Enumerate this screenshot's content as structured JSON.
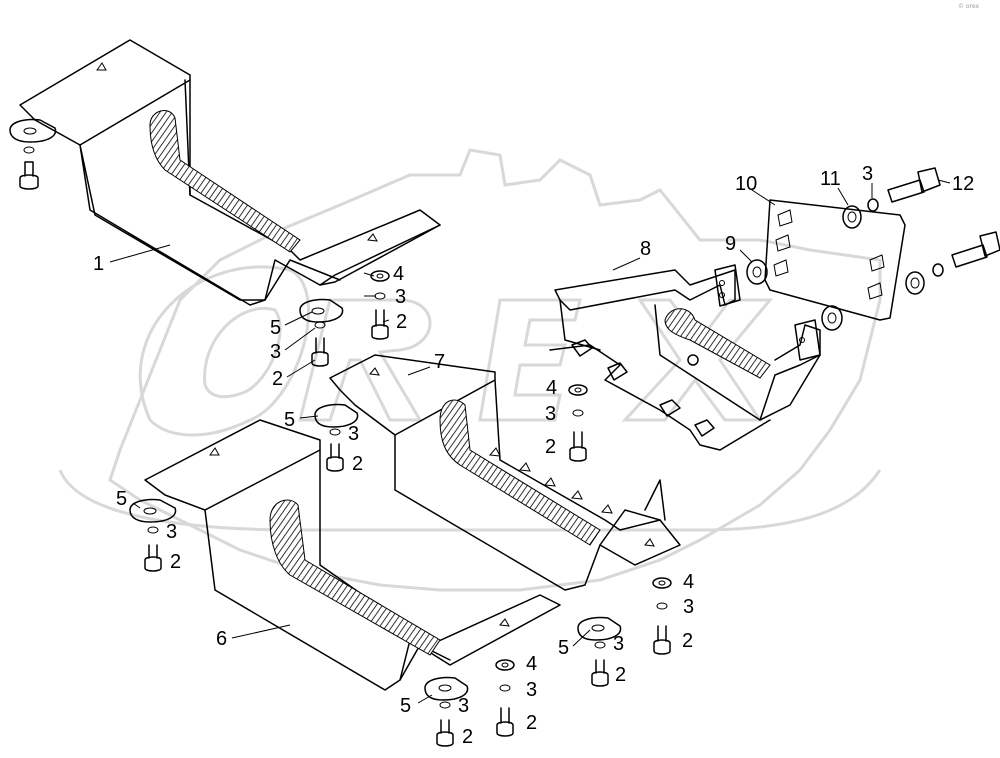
{
  "watermark": {
    "text": "OREX",
    "color": "#d8d8d8"
  },
  "corner_mark": "© orex",
  "callouts": [
    {
      "id": "c01",
      "label": "1"
    },
    {
      "id": "c02",
      "label": "5"
    },
    {
      "id": "c03",
      "label": "3"
    },
    {
      "id": "c04",
      "label": "2"
    },
    {
      "id": "c05",
      "label": "4"
    },
    {
      "id": "c06",
      "label": "3"
    },
    {
      "id": "c07",
      "label": "2"
    },
    {
      "id": "c08",
      "label": "7"
    },
    {
      "id": "c09",
      "label": "5"
    },
    {
      "id": "c10",
      "label": "3"
    },
    {
      "id": "c11",
      "label": "2"
    },
    {
      "id": "c12",
      "label": "5"
    },
    {
      "id": "c13",
      "label": "3"
    },
    {
      "id": "c14",
      "label": "2"
    },
    {
      "id": "c15",
      "label": "6"
    },
    {
      "id": "c16",
      "label": "4"
    },
    {
      "id": "c17",
      "label": "3"
    },
    {
      "id": "c18",
      "label": "2"
    },
    {
      "id": "c19",
      "label": "5"
    },
    {
      "id": "c20",
      "label": "3"
    },
    {
      "id": "c21",
      "label": "2"
    },
    {
      "id": "c22",
      "label": "4"
    },
    {
      "id": "c23",
      "label": "3"
    },
    {
      "id": "c24",
      "label": "2"
    },
    {
      "id": "c25",
      "label": "5"
    },
    {
      "id": "c26",
      "label": "3"
    },
    {
      "id": "c27",
      "label": "2"
    },
    {
      "id": "c28",
      "label": "8"
    },
    {
      "id": "c29",
      "label": "4"
    },
    {
      "id": "c30",
      "label": "3"
    },
    {
      "id": "c31",
      "label": "2"
    },
    {
      "id": "c32",
      "label": "9"
    },
    {
      "id": "c33",
      "label": "10"
    },
    {
      "id": "c34",
      "label": "11"
    },
    {
      "id": "c35",
      "label": "3"
    },
    {
      "id": "c36",
      "label": "12"
    }
  ]
}
